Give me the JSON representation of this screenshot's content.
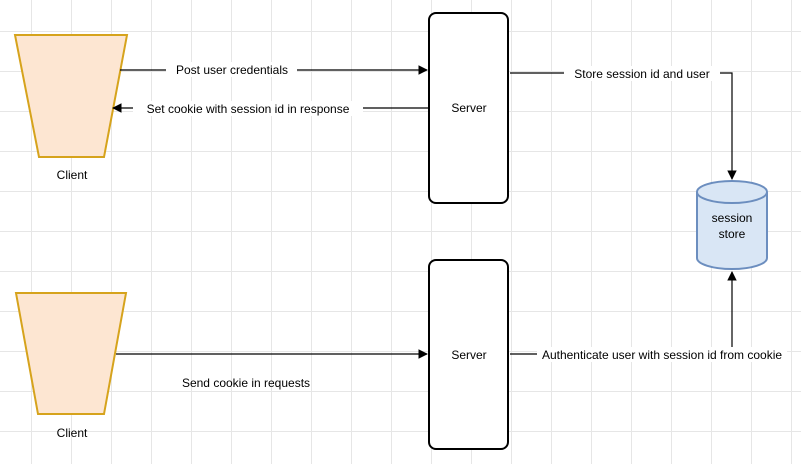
{
  "nodes": {
    "client_top": "Client",
    "client_bottom": "Client",
    "server_top": "Server",
    "server_bottom": "Server",
    "session_store_line1": "session",
    "session_store_line2": "store"
  },
  "edges": {
    "post_credentials": "Post user credentials",
    "set_cookie": "Set cookie with session id in response",
    "store_session": "Store session id and user",
    "send_cookie": "Send cookie in requests",
    "authenticate": "Authenticate user with session id from cookie"
  },
  "colors": {
    "client_fill": "#fde6d2",
    "client_stroke": "#d6a31c",
    "server_fill": "#ffffff",
    "server_stroke": "#000000",
    "store_fill": "#d9e6f5",
    "store_stroke": "#6c8ebf"
  }
}
